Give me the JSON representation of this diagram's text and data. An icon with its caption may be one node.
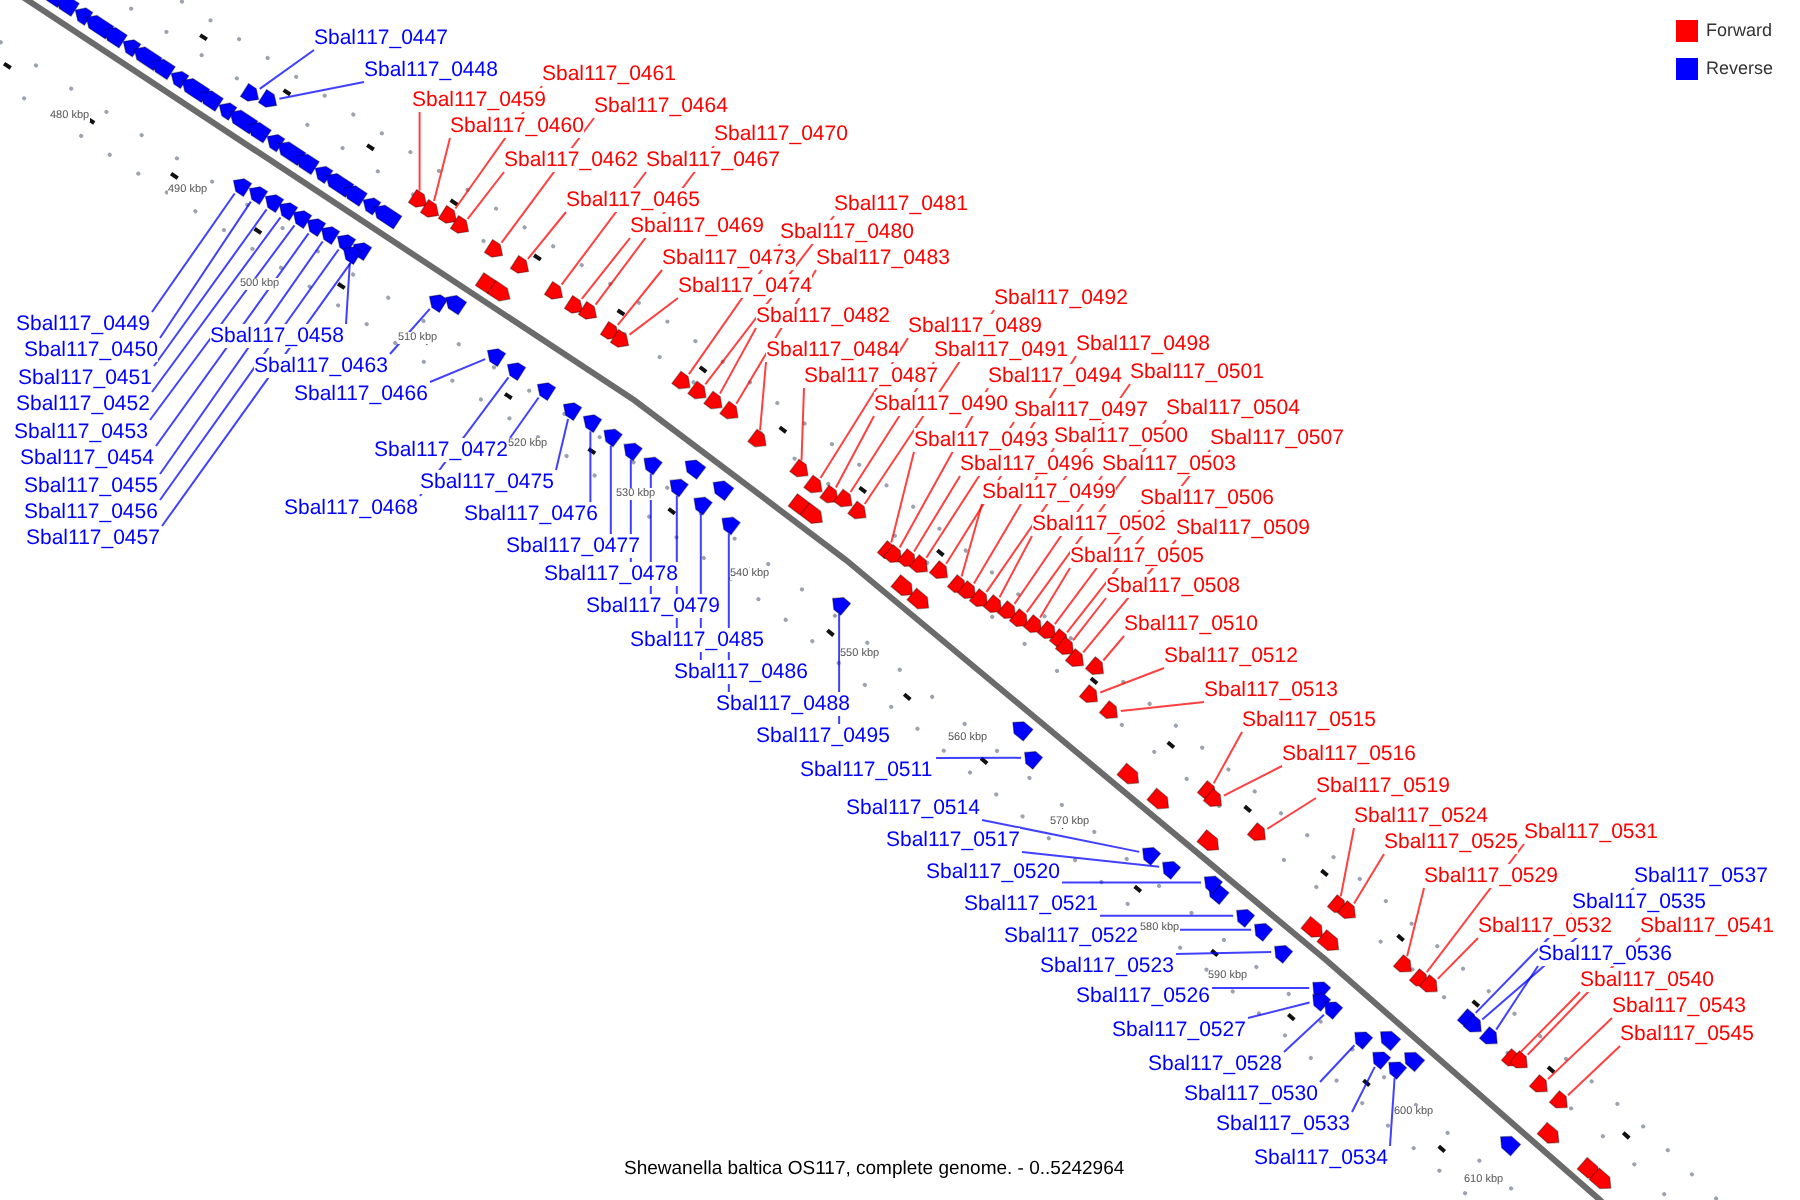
{
  "diagram": {
    "caption": "Shewanella baltica OS117, complete genome. - 0..5242964",
    "nodes": [
      {
        "text": [
          "Sbal117_0447"
        ]
      },
      {
        "text": [
          "Sbal117_0448"
        ]
      },
      {
        "text": [
          "Sbal117_0449"
        ]
      },
      {
        "text": [
          "Sbal117_0450"
        ]
      },
      {
        "text": [
          "Sbal117_0451"
        ]
      },
      {
        "text": [
          "Sbal117_0452"
        ]
      },
      {
        "text": [
          "Sbal117_0453"
        ]
      },
      {
        "text": [
          "Sbal117_0454"
        ]
      },
      {
        "text": [
          "Sbal117_0455"
        ]
      },
      {
        "text": [
          "Sbal117_0456"
        ]
      },
      {
        "text": [
          "Sbal117_0457"
        ]
      },
      {
        "text": [
          "Sbal117_0458"
        ]
      },
      {
        "text": [
          "Sbal117_0459"
        ]
      },
      {
        "text": [
          "Sbal117_0460"
        ]
      },
      {
        "text": [
          "Sbal117_0461"
        ]
      },
      {
        "text": [
          "Sbal117_0462"
        ]
      },
      {
        "text": [
          "Sbal117_0463"
        ]
      },
      {
        "text": [
          "Sbal117_0464"
        ]
      },
      {
        "text": [
          "Sbal117_0465"
        ]
      },
      {
        "text": [
          "Sbal117_0466"
        ]
      },
      {
        "text": [
          "Sbal117_0467"
        ]
      },
      {
        "text": [
          "Sbal117_0468"
        ]
      },
      {
        "text": [
          "Sbal117_0469"
        ]
      },
      {
        "text": [
          "Sbal117_0470"
        ]
      },
      {
        "text": [
          "Sbal117_0472"
        ]
      },
      {
        "text": [
          "Sbal117_0473"
        ]
      },
      {
        "text": [
          "Sbal117_0474"
        ]
      },
      {
        "text": [
          "Sbal117_0475"
        ]
      },
      {
        "text": [
          "Sbal117_0476"
        ]
      },
      {
        "text": [
          "Sbal117_0477"
        ]
      },
      {
        "text": [
          "Sbal117_0478"
        ]
      },
      {
        "text": [
          "Sbal117_0479"
        ]
      },
      {
        "text": [
          "Sbal117_0480"
        ]
      },
      {
        "text": [
          "Sbal117_0481"
        ]
      },
      {
        "text": [
          "Sbal117_0482"
        ]
      },
      {
        "text": [
          "Sbal117_0483"
        ]
      },
      {
        "text": [
          "Sbal117_0484"
        ]
      },
      {
        "text": [
          "Sbal117_0485"
        ]
      },
      {
        "text": [
          "Sbal117_0486"
        ]
      },
      {
        "text": [
          "Sbal117_0487"
        ]
      },
      {
        "text": [
          "Sbal117_0488"
        ]
      },
      {
        "text": [
          "Sbal117_0489"
        ]
      },
      {
        "text": [
          "Sbal117_0490"
        ]
      },
      {
        "text": [
          "Sbal117_0491"
        ]
      },
      {
        "text": [
          "Sbal117_0492"
        ]
      },
      {
        "text": [
          "Sbal117_0493"
        ]
      },
      {
        "text": [
          "Sbal117_0494"
        ]
      },
      {
        "text": [
          "Sbal117_0495"
        ]
      },
      {
        "text": [
          "Sbal117_0496"
        ]
      },
      {
        "text": [
          "Sbal117_0497"
        ]
      },
      {
        "text": [
          "Sbal117_0498"
        ]
      },
      {
        "text": [
          "Sbal117_0499"
        ]
      },
      {
        "text": [
          "Sbal117_0500"
        ]
      },
      {
        "text": [
          "Sbal117_0501"
        ]
      },
      {
        "text": [
          "Sbal117_0502"
        ]
      },
      {
        "text": [
          "Sbal117_0503"
        ]
      },
      {
        "text": [
          "Sbal117_0504"
        ]
      },
      {
        "text": [
          "Sbal117_0505"
        ]
      },
      {
        "text": [
          "Sbal117_0506"
        ]
      },
      {
        "text": [
          "Sbal117_0507"
        ]
      },
      {
        "text": [
          "Sbal117_0508"
        ]
      },
      {
        "text": [
          "Sbal117_0509"
        ]
      },
      {
        "text": [
          "Sbal117_0510"
        ]
      },
      {
        "text": [
          "Sbal117_0511"
        ]
      },
      {
        "text": [
          "Sbal117_0512"
        ]
      },
      {
        "text": [
          "Sbal117_0513"
        ]
      },
      {
        "text": [
          "Sbal117_0514"
        ]
      },
      {
        "text": [
          "Sbal117_0515"
        ]
      },
      {
        "text": [
          "Sbal117_0516"
        ]
      },
      {
        "text": [
          "Sbal117_0517"
        ]
      },
      {
        "text": [
          "Sbal117_0519"
        ]
      },
      {
        "text": [
          "Sbal117_0520"
        ]
      },
      {
        "text": [
          "Sbal117_0521"
        ]
      },
      {
        "text": [
          "Sbal117_0522"
        ]
      },
      {
        "text": [
          "Sbal117_0523"
        ]
      },
      {
        "text": [
          "Sbal117_0524"
        ]
      },
      {
        "text": [
          "Sbal117_0525"
        ]
      },
      {
        "text": [
          "Sbal117_0526"
        ]
      },
      {
        "text": [
          "Sbal117_0527"
        ]
      },
      {
        "text": [
          "Sbal117_0528"
        ]
      },
      {
        "text": [
          "Sbal117_0529"
        ]
      },
      {
        "text": [
          "Sbal117_0530"
        ]
      },
      {
        "text": [
          "Sbal117_0531"
        ]
      },
      {
        "text": [
          "Sbal117_0532"
        ]
      },
      {
        "text": [
          "Sbal117_0533"
        ]
      },
      {
        "text": [
          "Sbal117_0534"
        ]
      },
      {
        "text": [
          "Sbal117_0535"
        ]
      },
      {
        "text": [
          "Sbal117_0536"
        ]
      },
      {
        "text": [
          "Sbal117_0537"
        ]
      },
      {
        "text": [
          "Sbal117_0540"
        ]
      },
      {
        "text": [
          "Sbal117_0541"
        ]
      },
      {
        "text": [
          "Sbal117_0543"
        ]
      },
      {
        "text": [
          "Sbal117_0545"
        ]
      },
      {
        "text": [],
        "shape": "pentagon"
      },
      {
        "text": [],
        "shape": "pentagon"
      },
      {
        "text": [],
        "shape": "pentagon"
      },
      {
        "text": [],
        "shape": "pentagon"
      },
      {
        "text": [],
        "shape": "pentagon"
      },
      {
        "text": [],
        "shape": "pentagon"
      },
      {
        "text": [],
        "shape": "pentagon"
      },
      {
        "text": [],
        "shape": "pentagon"
      },
      {
        "text": [],
        "shape": "pentagon"
      },
      {
        "text": [],
        "shape": "pentagon"
      },
      {
        "text": [],
        "shape": "pentagon"
      },
      {
        "text": [],
        "shape": "pentagon"
      },
      {
        "text": [],
        "shape": "pentagon"
      },
      {
        "text": [],
        "shape": "pentagon"
      },
      {
        "text": [],
        "shape": "pentagon"
      },
      {
        "text": [],
        "shape": "pentagon"
      },
      {
        "text": [],
        "shape": "pentagon"
      },
      {
        "text": [],
        "shape": "pentagon"
      },
      {
        "text": [],
        "shape": "pentagon"
      },
      {
        "text": [],
        "shape": "pentagon"
      },
      {
        "text": [],
        "shape": "pentagon"
      },
      {
        "text": [],
        "shape": "pentagon"
      },
      {
        "text": [],
        "shape": "pentagon"
      },
      {
        "text": [],
        "shape": "pentagon"
      },
      {
        "text": [],
        "shape": "pentagon"
      },
      {
        "text": [],
        "shape": "pentagon"
      },
      {
        "text": [],
        "shape": "pentagon"
      },
      {
        "text": [],
        "shape": "pentagon"
      },
      {
        "text": [],
        "shape": "pentagon"
      },
      {
        "text": [],
        "shape": "pentagon"
      },
      {
        "text": [],
        "shape": "pentagon"
      },
      {
        "text": [],
        "shape": "pentagon"
      },
      {
        "text": [],
        "shape": "pentagon"
      },
      {
        "text": [],
        "shape": "pentagon"
      },
      {
        "text": [],
        "shape": "pentagon"
      },
      {
        "text": [],
        "shape": "pentagon"
      },
      {
        "text": [],
        "shape": "pentagon"
      },
      {
        "text": [],
        "shape": "pentagon"
      },
      {
        "text": [],
        "shape": "pentagon"
      },
      {
        "text": [],
        "shape": "pentagon"
      },
      {
        "text": [],
        "shape": "pentagon"
      },
      {
        "text": [],
        "shape": "pentagon"
      },
      {
        "text": [],
        "shape": "pentagon"
      },
      {
        "text": [],
        "shape": "pentagon"
      },
      {
        "text": [],
        "shape": "pentagon"
      },
      {
        "text": [],
        "shape": "pentagon"
      },
      {
        "text": [],
        "shape": "pentagon"
      },
      {
        "text": [],
        "shape": "pentagon"
      },
      {
        "text": [],
        "shape": "pentagon"
      },
      {
        "text": [],
        "shape": "pentagon"
      },
      {
        "text": [],
        "shape": "pentagon"
      },
      {
        "text": [],
        "shape": "pentagon"
      },
      {
        "text": [],
        "shape": "pentagon"
      },
      {
        "text": [],
        "shape": "pentagon"
      },
      {
        "text": [],
        "shape": "pentagon"
      },
      {
        "text": [],
        "shape": "pentagon"
      },
      {
        "text": [],
        "shape": "pentagon"
      },
      {
        "text": [],
        "shape": "pentagon"
      },
      {
        "text": [],
        "shape": "pentagon"
      },
      {
        "text": [],
        "shape": "pentagon"
      },
      {
        "text": [],
        "shape": "pentagon"
      },
      {
        "text": [],
        "shape": "pentagon"
      },
      {
        "text": [],
        "shape": "pentagon"
      },
      {
        "text": [],
        "shape": "pentagon"
      },
      {
        "text": [],
        "shape": "pentagon"
      },
      {
        "text": [],
        "shape": "pentagon"
      },
      {
        "text": [],
        "shape": "pentagon"
      },
      {
        "text": [],
        "shape": "pentagon"
      },
      {
        "text": [],
        "shape": "pentagon"
      },
      {
        "text": [],
        "shape": "pentagon"
      },
      {
        "text": [],
        "shape": "pentagon"
      },
      {
        "text": [],
        "shape": "pentagon"
      },
      {
        "text": [],
        "shape": "pentagon"
      },
      {
        "text": [],
        "shape": "pentagon"
      },
      {
        "text": [],
        "shape": "pentagon"
      },
      {
        "text": [],
        "shape": "pentagon"
      },
      {
        "text": [],
        "shape": "pentagon"
      },
      {
        "text": [],
        "shape": "pentagon"
      },
      {
        "text": [],
        "shape": "pentagon"
      },
      {
        "text": [],
        "shape": "pentagon"
      },
      {
        "text": [],
        "shape": "pentagon"
      },
      {
        "text": [],
        "shape": "pentagon"
      },
      {
        "text": [],
        "shape": "pentagon"
      },
      {
        "text": [],
        "shape": "pentagon"
      },
      {
        "text": [],
        "shape": "pentagon"
      },
      {
        "text": [],
        "shape": "pentagon"
      },
      {
        "text": [],
        "shape": "pentagon"
      },
      {
        "text": [],
        "shape": "pentagon"
      },
      {
        "text": [],
        "shape": "pentagon"
      },
      {
        "text": [],
        "shape": "pentagon"
      },
      {
        "text": [],
        "shape": "pentagon"
      },
      {
        "text": [],
        "shape": "pentagon"
      },
      {
        "text": [],
        "shape": "pentagon"
      }
    ],
    "edges": [
      {
        "from": 0,
        "to": 93,
        "arrow": "none",
        "color": "#0000ff"
      },
      {
        "from": 1,
        "to": 94,
        "arrow": "none",
        "color": "#0000ff"
      },
      {
        "from": 2,
        "to": 95,
        "arrow": "none",
        "color": "#0000ff"
      },
      {
        "from": 3,
        "to": 96,
        "arrow": "none",
        "color": "#0000ff"
      },
      {
        "from": 4,
        "to": 97,
        "arrow": "none",
        "color": "#0000ff"
      },
      {
        "from": 5,
        "to": 98,
        "arrow": "none",
        "color": "#0000ff"
      },
      {
        "from": 6,
        "to": 99,
        "arrow": "none",
        "color": "#0000ff"
      },
      {
        "from": 7,
        "to": 100,
        "arrow": "none",
        "color": "#0000ff"
      },
      {
        "from": 8,
        "to": 101,
        "arrow": "none",
        "color": "#0000ff"
      },
      {
        "from": 9,
        "to": 102,
        "arrow": "none",
        "color": "#0000ff"
      },
      {
        "from": 10,
        "to": 103,
        "arrow": "none",
        "color": "#0000ff"
      },
      {
        "from": 11,
        "to": 104,
        "arrow": "none",
        "color": "#0000ff"
      },
      {
        "from": 12,
        "to": 105,
        "arrow": "none"
      },
      {
        "from": 13,
        "to": 106,
        "arrow": "none"
      },
      {
        "from": 14,
        "to": 107,
        "arrow": "none"
      },
      {
        "from": 15,
        "to": 108,
        "arrow": "none"
      },
      {
        "from": 16,
        "to": 109,
        "arrow": "none",
        "color": "#0000ff"
      },
      {
        "from": 17,
        "to": 110,
        "arrow": "none"
      },
      {
        "from": 18,
        "to": 111,
        "arrow": "none"
      },
      {
        "from": 19,
        "to": 112,
        "arrow": "none",
        "color": "#0000ff"
      },
      {
        "from": 20,
        "to": 113,
        "arrow": "none"
      },
      {
        "from": 21,
        "to": 114,
        "arrow": "none",
        "color": "#0000ff"
      },
      {
        "from": 22,
        "to": 115,
        "arrow": "none"
      },
      {
        "from": 23,
        "to": 116,
        "arrow": "none"
      },
      {
        "from": 24,
        "to": 117,
        "arrow": "none",
        "color": "#0000ff"
      },
      {
        "from": 25,
        "to": 118,
        "arrow": "none"
      },
      {
        "from": 26,
        "to": 119,
        "arrow": "none"
      },
      {
        "from": 27,
        "to": 120,
        "arrow": "none",
        "color": "#0000ff"
      },
      {
        "from": 28,
        "to": 121,
        "arrow": "none",
        "color": "#0000ff"
      },
      {
        "from": 29,
        "to": 122,
        "arrow": "none",
        "color": "#0000ff"
      },
      {
        "from": 30,
        "to": 123,
        "arrow": "none",
        "color": "#0000ff"
      },
      {
        "from": 31,
        "to": 124,
        "arrow": "none",
        "color": "#0000ff"
      },
      {
        "from": 32,
        "to": 125,
        "arrow": "none"
      },
      {
        "from": 33,
        "to": 126,
        "arrow": "none"
      },
      {
        "from": 34,
        "to": 127,
        "arrow": "none"
      },
      {
        "from": 35,
        "to": 128,
        "arrow": "none"
      },
      {
        "from": 36,
        "to": 129,
        "arrow": "none"
      },
      {
        "from": 37,
        "to": 130,
        "arrow": "none",
        "color": "#0000ff"
      },
      {
        "from": 38,
        "to": 131,
        "arrow": "none",
        "color": "#0000ff"
      },
      {
        "from": 39,
        "to": 132,
        "arrow": "none"
      },
      {
        "from": 40,
        "to": 133,
        "arrow": "none",
        "color": "#0000ff"
      },
      {
        "from": 41,
        "to": 134,
        "arrow": "none"
      },
      {
        "from": 42,
        "to": 135,
        "arrow": "none"
      },
      {
        "from": 43,
        "to": 136,
        "arrow": "none"
      },
      {
        "from": 44,
        "to": 137,
        "arrow": "none"
      },
      {
        "from": 45,
        "to": 138,
        "arrow": "none"
      },
      {
        "from": 46,
        "to": 139,
        "arrow": "none"
      },
      {
        "from": 47,
        "to": 140,
        "arrow": "none",
        "color": "#0000ff"
      },
      {
        "from": 48,
        "to": 141,
        "arrow": "none"
      },
      {
        "from": 49,
        "to": 142,
        "arrow": "none"
      },
      {
        "from": 50,
        "to": 143,
        "arrow": "none"
      },
      {
        "from": 51,
        "to": 144,
        "arrow": "none"
      },
      {
        "from": 52,
        "to": 145,
        "arrow": "none"
      },
      {
        "from": 53,
        "to": 146,
        "arrow": "none"
      },
      {
        "from": 54,
        "to": 147,
        "arrow": "none"
      },
      {
        "from": 55,
        "to": 148,
        "arrow": "none"
      },
      {
        "from": 56,
        "to": 149,
        "arrow": "none"
      },
      {
        "from": 57,
        "to": 150,
        "arrow": "none"
      },
      {
        "from": 58,
        "to": 151,
        "arrow": "none"
      },
      {
        "from": 59,
        "to": 152,
        "arrow": "none"
      },
      {
        "from": 60,
        "to": 153,
        "arrow": "none"
      },
      {
        "from": 61,
        "to": 154,
        "arrow": "none"
      },
      {
        "from": 62,
        "to": 155,
        "arrow": "none"
      },
      {
        "from": 63,
        "to": 156,
        "arrow": "none",
        "color": "#0000ff"
      },
      {
        "from": 64,
        "to": 157,
        "arrow": "none"
      },
      {
        "from": 65,
        "to": 158,
        "arrow": "none"
      },
      {
        "from": 66,
        "to": 159,
        "arrow": "none",
        "color": "#0000ff"
      },
      {
        "from": 67,
        "to": 160,
        "arrow": "none"
      },
      {
        "from": 68,
        "to": 161,
        "arrow": "none"
      },
      {
        "from": 69,
        "to": 162,
        "arrow": "none",
        "color": "#0000ff"
      },
      {
        "from": 70,
        "to": 163,
        "arrow": "none"
      },
      {
        "from": 71,
        "to": 164,
        "arrow": "none",
        "color": "#0000ff"
      },
      {
        "from": 72,
        "to": 165,
        "arrow": "none",
        "color": "#0000ff"
      },
      {
        "from": 73,
        "to": 166,
        "arrow": "none",
        "color": "#0000ff"
      },
      {
        "from": 74,
        "to": 167,
        "arrow": "none",
        "color": "#0000ff"
      },
      {
        "from": 75,
        "to": 168,
        "arrow": "none"
      },
      {
        "from": 76,
        "to": 169,
        "arrow": "none"
      },
      {
        "from": 77,
        "to": 170,
        "arrow": "none",
        "color": "#0000ff"
      },
      {
        "from": 78,
        "to": 171,
        "arrow": "none",
        "color": "#0000ff"
      },
      {
        "from": 79,
        "to": 172,
        "arrow": "none",
        "color": "#0000ff"
      },
      {
        "from": 80,
        "to": 173,
        "arrow": "none"
      },
      {
        "from": 81,
        "to": 174,
        "arrow": "none",
        "color": "#0000ff"
      },
      {
        "from": 82,
        "to": 175,
        "arrow": "none"
      },
      {
        "from": 83,
        "to": 176,
        "arrow": "none"
      },
      {
        "from": 84,
        "to": 177,
        "arrow": "none",
        "color": "#0000ff"
      },
      {
        "from": 85,
        "to": 178,
        "arrow": "none",
        "color": "#0000ff"
      },
      {
        "from": 86,
        "to": 179,
        "arrow": "none",
        "color": "#0000ff"
      },
      {
        "from": 87,
        "to": 180,
        "arrow": "none",
        "color": "#0000ff"
      },
      {
        "from": 88,
        "to": 181,
        "arrow": "none",
        "color": "#0000ff"
      },
      {
        "from": 89,
        "to": 182,
        "arrow": "none"
      },
      {
        "from": 90,
        "to": 183,
        "arrow": "none"
      },
      {
        "from": 91,
        "to": 184,
        "arrow": "none"
      },
      {
        "from": 92,
        "to": 185,
        "arrow": "none"
      }
    ],
    "labels": [
      "480 kbp",
      "490 kbp",
      "500 kbp",
      "510 kbp",
      "520 kbp",
      "530 kbp",
      "540 kbp",
      "550 kbp",
      "560 kbp",
      "570 kbp",
      "580 kbp",
      "590 kbp",
      "600 kbp",
      "610 kbp"
    ],
    "legend": [
      {
        "text": "Forward",
        "color": "#ff0000"
      },
      {
        "text": "Reverse",
        "color": "#0000ff"
      }
    ]
  }
}
